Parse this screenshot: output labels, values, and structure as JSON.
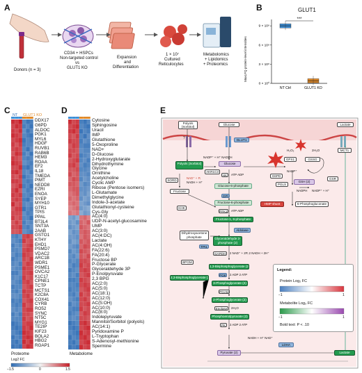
{
  "panels": {
    "a": "A",
    "b": "B",
    "c": "C",
    "d": "D",
    "e": "E"
  },
  "panel_a": {
    "donors": "Donors (n = 3)",
    "cells_line1": "CD34 + HSPCs",
    "cells_line2": "Non-targeted control",
    "cells_line3": "vs",
    "cells_line4": "GLUT1 KO",
    "expansion_line1": "Expansion",
    "expansion_line2": "and",
    "expansion_line3": "Differentiation",
    "cultured_line1": "1 × 10⁷",
    "cultured_line2": "Cultured",
    "cultured_line3": "Reticulocytes",
    "omics_line1": "Metabolomics",
    "omics_line2": "+ Lipidomics",
    "omics_line3": "+ Proteomics"
  },
  "chart_data": {
    "type": "bar",
    "title": "GLUT1",
    "categories": [
      "NT Ctrl",
      "GLUT1 KO"
    ],
    "values": [
      900000000,
      40000000
    ],
    "ylabel": "MaxLFQ protein-level intensities",
    "yticks": [
      "0 × 10⁰",
      "3 × 10⁸",
      "6 × 10⁸",
      "9 × 10⁸"
    ],
    "ylim": [
      0,
      1000000000
    ],
    "significance": "***",
    "colors": {
      "NT Ctrl": "#3e8fd6",
      "GLUT1 KO": "#e08a2a"
    }
  },
  "heatmap_c": {
    "header_nt": "NT",
    "header_ko": "GLUT1 KO",
    "caption": "Proteome",
    "genes": [
      "DDX17",
      "G6PD",
      "ALDOC",
      "PGK1",
      "MYL6",
      "HDGF",
      "RUVB1",
      "RAB6B",
      "HEM3",
      "ROAA",
      "EF2",
      "IL18",
      "TMEDA",
      "PIMT",
      "NEDD8",
      "EZRI",
      "ENOA",
      "SYEP",
      "MYH10",
      "GTR1",
      "TPIS",
      "PPAL",
      "BT3L4",
      "SNT3A",
      "2AAB",
      "GSTO1",
      "KTHY",
      "EHD1",
      "PSMD7",
      "VDAC2",
      "ARC1B",
      "WDR1",
      "PSME1",
      "OVCA2",
      "K1C17",
      "CPNE1",
      "TCTP",
      "MCTS1",
      "K2C8A",
      "COX41",
      "CYRB",
      "RO52",
      "SYNC",
      "NT5C",
      "MYG1",
      "TE2IP",
      "KIF23",
      "BOLA2",
      "HBG2",
      "RGAP1"
    ],
    "values": [
      [
        1.4,
        1.3,
        1.5,
        -1.2,
        -1.4,
        -1.3
      ],
      [
        1.2,
        1.4,
        1.3,
        -1.3,
        -1.2,
        -1.4
      ],
      [
        1.3,
        1.2,
        1.4,
        -1.1,
        -1.4,
        -1.2
      ],
      [
        1.4,
        1.3,
        1.2,
        -1.2,
        -1.3,
        -1.4
      ],
      [
        1.2,
        1.3,
        1.4,
        -1.4,
        -1.2,
        -1.3
      ],
      [
        1.3,
        1.1,
        1.3,
        -1.3,
        -1.2,
        -1.2
      ],
      [
        1.2,
        1.3,
        1.2,
        -1.2,
        -1.4,
        -1.1
      ],
      [
        1.1,
        1.4,
        1.3,
        -1.3,
        -1.1,
        -1.4
      ],
      [
        1.3,
        1.2,
        1.1,
        -1.2,
        -1.3,
        -1.2
      ],
      [
        1.4,
        1.3,
        1.2,
        -1.1,
        -1.2,
        -1.3
      ],
      [
        1.2,
        1.2,
        1.4,
        -1.3,
        -1.4,
        -1.2
      ],
      [
        1.3,
        1.4,
        1.2,
        -1.2,
        -1.1,
        -1.3
      ],
      [
        1.2,
        1.1,
        1.3,
        -1.4,
        -1.2,
        -1.1
      ],
      [
        1.3,
        1.3,
        1.2,
        -1.2,
        -1.3,
        -1.2
      ],
      [
        1.1,
        1.2,
        1.4,
        -1.3,
        -1.2,
        -1.4
      ],
      [
        1.2,
        1.4,
        1.1,
        -1.1,
        -1.3,
        -1.2
      ],
      [
        1.3,
        1.2,
        1.3,
        -1.2,
        -1.2,
        -1.3
      ],
      [
        1.2,
        1.3,
        1.2,
        -1.3,
        -1.4,
        -1.1
      ],
      [
        1.4,
        1.1,
        1.2,
        -1.2,
        -1.1,
        -1.2
      ],
      [
        1.1,
        1.3,
        1.3,
        -1.4,
        -1.2,
        -1.3
      ],
      [
        1.2,
        1.2,
        1.2,
        -1.1,
        -1.3,
        -1.2
      ],
      [
        1.3,
        1.1,
        1.2,
        -1.2,
        -1.2,
        -1.4
      ],
      [
        1.1,
        1.3,
        1.1,
        -1.3,
        -1.1,
        -1.2
      ],
      [
        1.2,
        1.2,
        1.3,
        -1.2,
        -1.3,
        -1.1
      ],
      [
        1.1,
        1.1,
        1.2,
        -1.1,
        -1.2,
        -1.3
      ],
      [
        -1.2,
        -1.3,
        -1.1,
        1.2,
        1.3,
        1.1
      ],
      [
        -1.1,
        -1.2,
        -1.3,
        1.3,
        1.1,
        1.2
      ],
      [
        -1.3,
        -1.1,
        -1.2,
        1.1,
        1.2,
        1.3
      ],
      [
        -1.2,
        -1.2,
        -1.1,
        1.2,
        1.3,
        1.2
      ],
      [
        -1.1,
        -1.3,
        -1.2,
        1.3,
        1.2,
        1.1
      ],
      [
        -1.3,
        -1.2,
        -1.1,
        1.2,
        1.1,
        1.3
      ],
      [
        -1.2,
        -1.1,
        -1.3,
        1.1,
        1.3,
        1.2
      ],
      [
        -1.1,
        -1.2,
        -1.2,
        1.3,
        1.2,
        1.2
      ],
      [
        -1.3,
        -1.3,
        -1.1,
        1.2,
        1.2,
        1.3
      ],
      [
        -1.2,
        -1.1,
        -1.2,
        1.3,
        1.1,
        1.2
      ],
      [
        -1.1,
        -1.2,
        -1.3,
        1.2,
        1.3,
        1.1
      ],
      [
        -1.3,
        -1.2,
        -1.2,
        1.1,
        1.2,
        1.3
      ],
      [
        -1.2,
        -1.3,
        -1.1,
        1.3,
        1.2,
        1.2
      ],
      [
        -1.1,
        -1.1,
        -1.2,
        1.2,
        1.3,
        1.1
      ],
      [
        -1.3,
        -1.2,
        -1.3,
        1.1,
        1.2,
        1.3
      ],
      [
        -1.2,
        -1.3,
        -1.2,
        1.3,
        1.1,
        1.2
      ],
      [
        -1.1,
        -1.2,
        -1.1,
        1.2,
        1.3,
        1.3
      ],
      [
        -1.3,
        -1.1,
        -1.3,
        1.2,
        1.2,
        1.1
      ],
      [
        -1.2,
        -1.2,
        -1.2,
        1.3,
        1.1,
        1.2
      ],
      [
        -1.4,
        -1.3,
        -1.2,
        1.2,
        1.3,
        1.3
      ],
      [
        -1.3,
        -1.4,
        -1.3,
        1.3,
        1.2,
        1.4
      ],
      [
        -1.2,
        -1.3,
        -1.4,
        1.4,
        1.3,
        1.2
      ],
      [
        -1.4,
        -1.2,
        -1.3,
        1.3,
        1.4,
        1.3
      ],
      [
        -1.3,
        -1.4,
        -1.2,
        1.4,
        1.2,
        1.4
      ],
      [
        -1.4,
        -1.3,
        -1.4,
        1.2,
        1.4,
        1.3
      ]
    ]
  },
  "heatmap_d": {
    "caption": "Metabolome",
    "metabolites": [
      "Cytosine",
      "Sphingosine",
      "Uracil",
      "IMP",
      "Glutathione",
      "5-Oxoproline",
      "NAD+",
      "D-Glucose",
      "2-Hydroxyglutarate",
      "Dihydrothymine",
      "Glycine",
      "Ornithine",
      "Acetylcholine",
      "Cyclic AMP",
      "Ribose (Pentose isomers)",
      "L-Glutamate",
      "Dimethylglycine",
      "Indole-3-acetate",
      "Glutathionyl-cysteine",
      "Cys-Gly",
      "AC(4:0)",
      "UDP-N-acetyl-glucosamine",
      "UMP",
      "AC(3:0)",
      "AC(4:DC)",
      "Lactate",
      "AC(4:OH)",
      "FA(22:6)",
      "FA(20:4)",
      "Fructose BP",
      "P-Glycerate",
      "Glyceraldehyde 3P",
      "P-Enolpyruvate",
      "2,3 BPG",
      "AC(2:0)",
      "AC(5:0)",
      "AC(18:1)",
      "AC(12:0)",
      "AC(5:OH)",
      "AC(10:0)",
      "AC(8:0)",
      "Indolepyruvate",
      "Mannitol/Sorbitol (polyols)",
      "AC(14:1)",
      "Pyridoxamine P",
      "L-Tryptophan",
      "S-Adenosyl-methionine",
      "Spermine"
    ],
    "values": [
      [
        1.4,
        1.2,
        1.3,
        -1.3,
        -1.4,
        -1.2
      ],
      [
        1.2,
        1.3,
        1.4,
        -1.2,
        -1.3,
        -1.4
      ],
      [
        1.3,
        1.4,
        1.2,
        -1.4,
        -1.2,
        -1.3
      ],
      [
        1.2,
        1.1,
        1.3,
        -1.2,
        -1.4,
        -1.1
      ],
      [
        1.3,
        1.2,
        1.2,
        -1.3,
        -1.1,
        -1.2
      ],
      [
        1.1,
        1.3,
        1.2,
        -1.2,
        -1.3,
        -1.3
      ],
      [
        1.2,
        1.2,
        1.1,
        -1.1,
        -1.2,
        -1.2
      ],
      [
        1.3,
        1.1,
        1.2,
        -1.3,
        -1.2,
        -1.1
      ],
      [
        1.1,
        1.2,
        1.3,
        -1.2,
        -1.1,
        -1.3
      ],
      [
        1.2,
        1.3,
        1.1,
        -1.1,
        -1.3,
        -1.2
      ],
      [
        1.1,
        1.1,
        1.2,
        -1.2,
        -1.2,
        -1.1
      ],
      [
        1.2,
        1.0,
        1.1,
        -1.1,
        -1.1,
        -1.2
      ],
      [
        1.0,
        1.2,
        1.1,
        -1.2,
        -1.0,
        -1.1
      ],
      [
        1.1,
        1.1,
        1.0,
        -1.0,
        -1.2,
        -1.1
      ],
      [
        1.0,
        1.1,
        1.1,
        -1.1,
        -1.1,
        -1.0
      ],
      [
        0.9,
        1.0,
        1.1,
        -1.0,
        -1.1,
        -0.9
      ],
      [
        1.0,
        0.9,
        1.0,
        -1.1,
        -0.9,
        -1.0
      ],
      [
        0.9,
        1.0,
        0.9,
        -0.9,
        -1.0,
        -1.1
      ],
      [
        0.8,
        0.9,
        1.0,
        -1.0,
        -0.9,
        -0.8
      ],
      [
        0.9,
        0.8,
        0.9,
        -0.8,
        -1.0,
        -0.9
      ],
      [
        -0.9,
        -1.0,
        -0.8,
        0.9,
        1.0,
        0.8
      ],
      [
        -1.0,
        -0.9,
        -1.1,
        1.0,
        0.9,
        1.1
      ],
      [
        -1.1,
        -1.0,
        -0.9,
        1.1,
        1.0,
        0.9
      ],
      [
        -0.9,
        -1.1,
        -1.0,
        1.0,
        1.1,
        1.0
      ],
      [
        -1.0,
        -1.0,
        -1.1,
        0.9,
        1.1,
        1.0
      ],
      [
        -1.1,
        -0.9,
        -1.0,
        1.1,
        1.0,
        1.1
      ],
      [
        -1.0,
        -1.1,
        -1.2,
        1.0,
        1.2,
        1.1
      ],
      [
        -1.2,
        -1.0,
        -1.1,
        1.2,
        1.1,
        1.0
      ],
      [
        -1.1,
        -1.2,
        -1.0,
        1.1,
        1.0,
        1.2
      ],
      [
        -1.2,
        -1.1,
        -1.2,
        1.2,
        1.2,
        1.1
      ],
      [
        -1.1,
        -1.3,
        -1.2,
        1.3,
        1.1,
        1.2
      ],
      [
        -1.3,
        -1.2,
        -1.1,
        1.2,
        1.3,
        1.2
      ],
      [
        -1.2,
        -1.1,
        -1.3,
        1.1,
        1.2,
        1.3
      ],
      [
        -1.3,
        -1.3,
        -1.2,
        1.3,
        1.2,
        1.1
      ],
      [
        -1.2,
        -1.2,
        -1.3,
        1.2,
        1.3,
        1.2
      ],
      [
        -1.3,
        -1.2,
        -1.2,
        1.1,
        1.2,
        1.3
      ],
      [
        -1.2,
        -1.3,
        -1.1,
        1.3,
        1.1,
        1.2
      ],
      [
        -1.1,
        -1.2,
        -1.3,
        1.2,
        1.3,
        1.1
      ],
      [
        -1.3,
        -1.1,
        -1.2,
        1.2,
        1.2,
        1.3
      ],
      [
        -1.2,
        -1.3,
        -1.3,
        1.3,
        1.1,
        1.2
      ],
      [
        -1.3,
        -1.2,
        -1.1,
        1.1,
        1.3,
        1.2
      ],
      [
        -1.2,
        -1.1,
        -1.2,
        1.2,
        1.2,
        1.1
      ],
      [
        -1.4,
        -1.3,
        -1.2,
        1.3,
        1.4,
        1.2
      ],
      [
        -1.3,
        -1.4,
        -1.3,
        1.2,
        1.3,
        1.4
      ],
      [
        -1.2,
        -1.3,
        -1.4,
        1.4,
        1.2,
        1.3
      ],
      [
        -1.4,
        -1.2,
        -1.3,
        1.3,
        1.4,
        1.2
      ],
      [
        -1.3,
        -1.4,
        -1.2,
        1.2,
        1.3,
        1.4
      ],
      [
        -1.4,
        -1.3,
        -1.4,
        1.4,
        1.2,
        1.3
      ]
    ]
  },
  "colorbar": {
    "label": "Log2 FC",
    "min": "−1.5",
    "zero": "0",
    "max": "1.5"
  },
  "pathway": {
    "polyols": "Polyols (Sorbitol)",
    "glucose_top": "Glucose",
    "lactate_top": "Lactate",
    "glut1": "GLUT1",
    "mct1": "MCT1",
    "polyols_in": "Polyols (Sorbitol)",
    "glucose_in": "Glucose",
    "akr1c3": "AKR1C3",
    "nadph_label": "NADP⁺ + H⁺ NADPH",
    "nad_label": "NAD⁺ + Pᵢ",
    "nadh_label": "NADH + H⁺",
    "sord": "SORD",
    "fructose": "Fructose",
    "hk": "HK",
    "atp_adp": "ATP  ADP",
    "g6p": "Glucose-6-phosphate",
    "gpi": "GPI",
    "f6p": "Fructose-6-phosphate",
    "pfk": "PFK1",
    "fbp": "Fructose-1, 6-phosphate",
    "khk": "KHK",
    "aldolase": "Aldolase",
    "dhap": "Dihydroxyacetone phosphate",
    "tpi": "TPI1",
    "gap": "Glyceraldehyde 3-phosphate (2)",
    "gapdh": "GAPDH",
    "gapdh_cof": "2 NAD⁺ + 2Pᵢ  2 NADH + 2H⁺",
    "bpgm": "BPGM",
    "bpg13": "1,3-Bisphosphoglycerate (2)",
    "bpg23": "2,3-Bisphosphoglycerate (2)",
    "pgk": "PGK",
    "pgk_cof": "2 ADP  2 ATP",
    "pg3": "3-Phosphoglycerate (2)",
    "pgam": "PGAM",
    "pg2": "2-Phosphoglycerate (2)",
    "enolase": "Enolase",
    "h2o": "2H₂O",
    "pep": "Phosphoenolpyruvate (2)",
    "pk": "PK",
    "pk_cof": "2 ADP  2 ATP",
    "pyruvate": "Pyruvate (2)",
    "ldha": "LDHA",
    "ldha_cof": "NADH + H⁺  NAD⁺",
    "lactate_bottom": "Lactate",
    "g6pd": "G6PD",
    "pgls": "PGLS",
    "gsh": "GSH (2)",
    "gssg": "GSSG",
    "gpx1": "GPX1",
    "gsr": "GSR",
    "h2o2": "H₂O₂",
    "h2o_2": "2H₂O",
    "nadp_hmp": "NADP⁺",
    "nadph_hmp": "NADPH",
    "nadp_gsr": "NADP⁺ + H⁺",
    "hmp_shunt": "HMP shunt",
    "pg6": "6-Phosphogluconate",
    "question": "?"
  },
  "legend": {
    "title": "Legend:",
    "protein": "Protein Log₂ FC",
    "metabolite": "Metabolite Log₂ FC",
    "bold_note": "Bold text: P < .10",
    "min": "−1",
    "max": "1"
  }
}
